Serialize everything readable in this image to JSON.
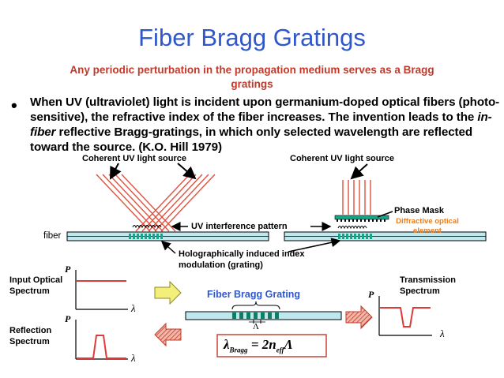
{
  "title": "Fiber Bragg Gratings",
  "subtitle": "Any periodic perturbation in the propagation medium serves as a Bragg gratings",
  "bullet": {
    "part1": "When UV (ultraviolet) light is incident upon germanium-doped optical fibers (photo-sensitive), the refractive index of the fiber increases. The invention leads to the ",
    "emphasis": "in-fiber",
    "part2": " reflective Bragg-gratings, in which only selected wavelength are reflected toward the source.  (K.O. Hill 1979)"
  },
  "diagram": {
    "uv_source_left": "Coherent UV light source",
    "uv_source_right": "Coherent UV light source",
    "phase_mask": "Phase Mask",
    "diffractive_line1": "Diffractive optical",
    "diffractive_line2": "element",
    "uv_pattern": "UV interference pattern",
    "fiber": "fiber",
    "holo_line1": "Holographically induced index",
    "holo_line2": "modulation (grating)",
    "input_line1": "Input Optical",
    "input_line2": "Spectrum",
    "reflection_line1": "Reflection",
    "reflection_line2": "Spectrum",
    "fbg_label": "Fiber Bragg Grating",
    "transmission_line1": "Transmission",
    "transmission_line2": "Spectrum",
    "axis_p": "P",
    "axis_lambda": "λ",
    "period_symbol": "Λ",
    "formula_lhs": "λ",
    "formula_sub": "Bragg",
    "formula_eq": " = 2n",
    "formula_sub2": "eff",
    "formula_end": "Λ"
  },
  "colors": {
    "title": "#2f57c9",
    "subtitle": "#c0392b",
    "uv_rays": "#e0523f",
    "fiber_fill": "#bfe8ee",
    "grating": "#17a58a",
    "diffractive": "#e67e22",
    "spectrum": "#e03a3a",
    "fbg_label": "#2f57c9"
  }
}
